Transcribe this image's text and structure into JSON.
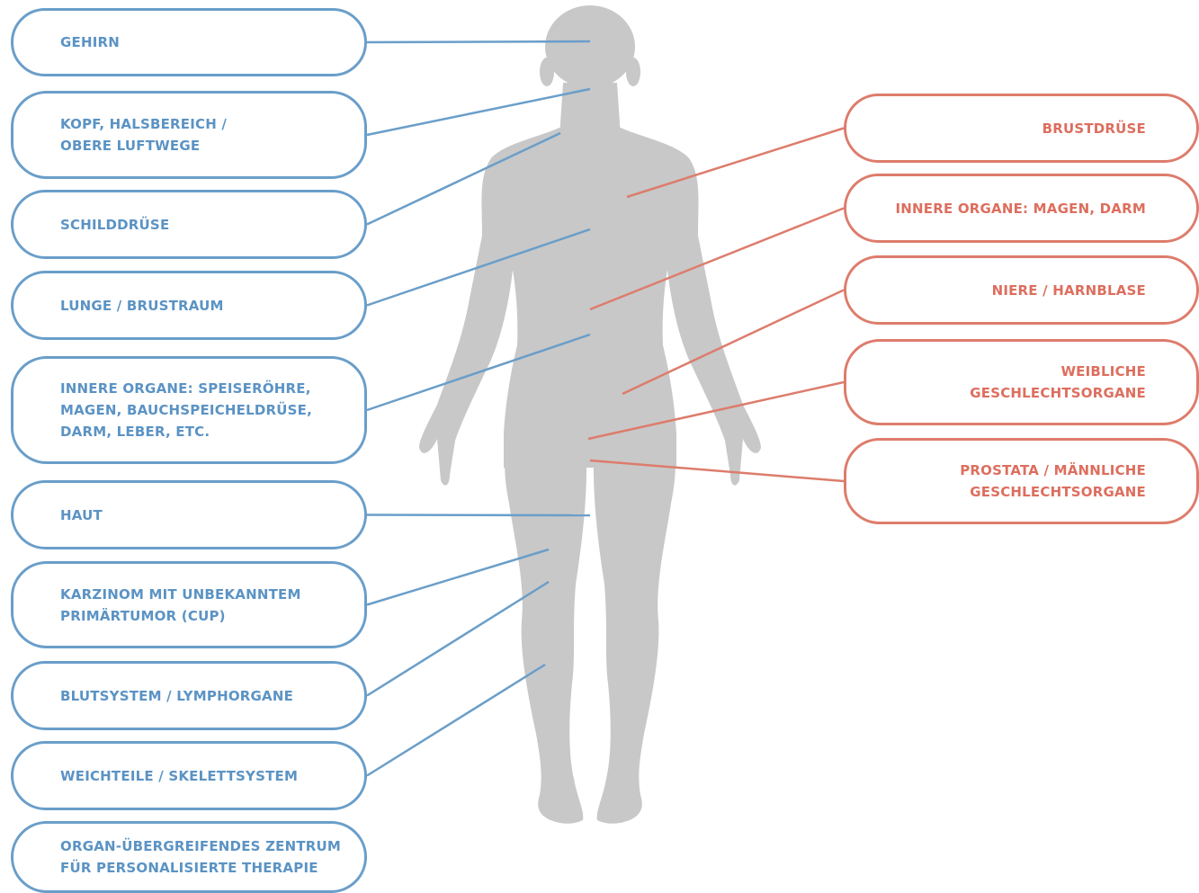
{
  "colors": {
    "blue": "#5b93c4",
    "blue_border": "#6a9ec9",
    "red": "#dd6e5e",
    "red_border": "#dd7c6c",
    "figure": "#c8c8c8"
  },
  "figure": {
    "name": "human-body-silhouette"
  },
  "left_labels": [
    "GEHIRN",
    "KOPF, HALSBEREICH /\nOBERE LUFTWEGE",
    "SCHILDDRÜSE",
    "LUNGE / BRUSTRAUM",
    "INNERE ORGANE: SPEISERÖHRE,\nMAGEN, BAUCHSPEICHELDRÜSE,\nDARM, LEBER, ETC.",
    "HAUT",
    "KARZINOM MIT UNBEKANNTEM\nPRIMÄRTUMOR (CUP)",
    "BLUTSYSTEM / LYMPHORGANE",
    "WEICHTEILE / SKELETTSYSTEM",
    "ORGAN-ÜBERGREIFENDES ZENTRUM\nFÜR PERSONALISIERTE THERAPIE"
  ],
  "right_labels": [
    "BRUSTDRÜSE",
    "INNERE ORGANE: MAGEN, DARM",
    "NIERE / HARNBLASE",
    "WEIBLICHE\nGESCHLECHTSORGANE",
    "PROSTATA / MÄNNLICHE\nGESCHLECHTSORGANE"
  ]
}
